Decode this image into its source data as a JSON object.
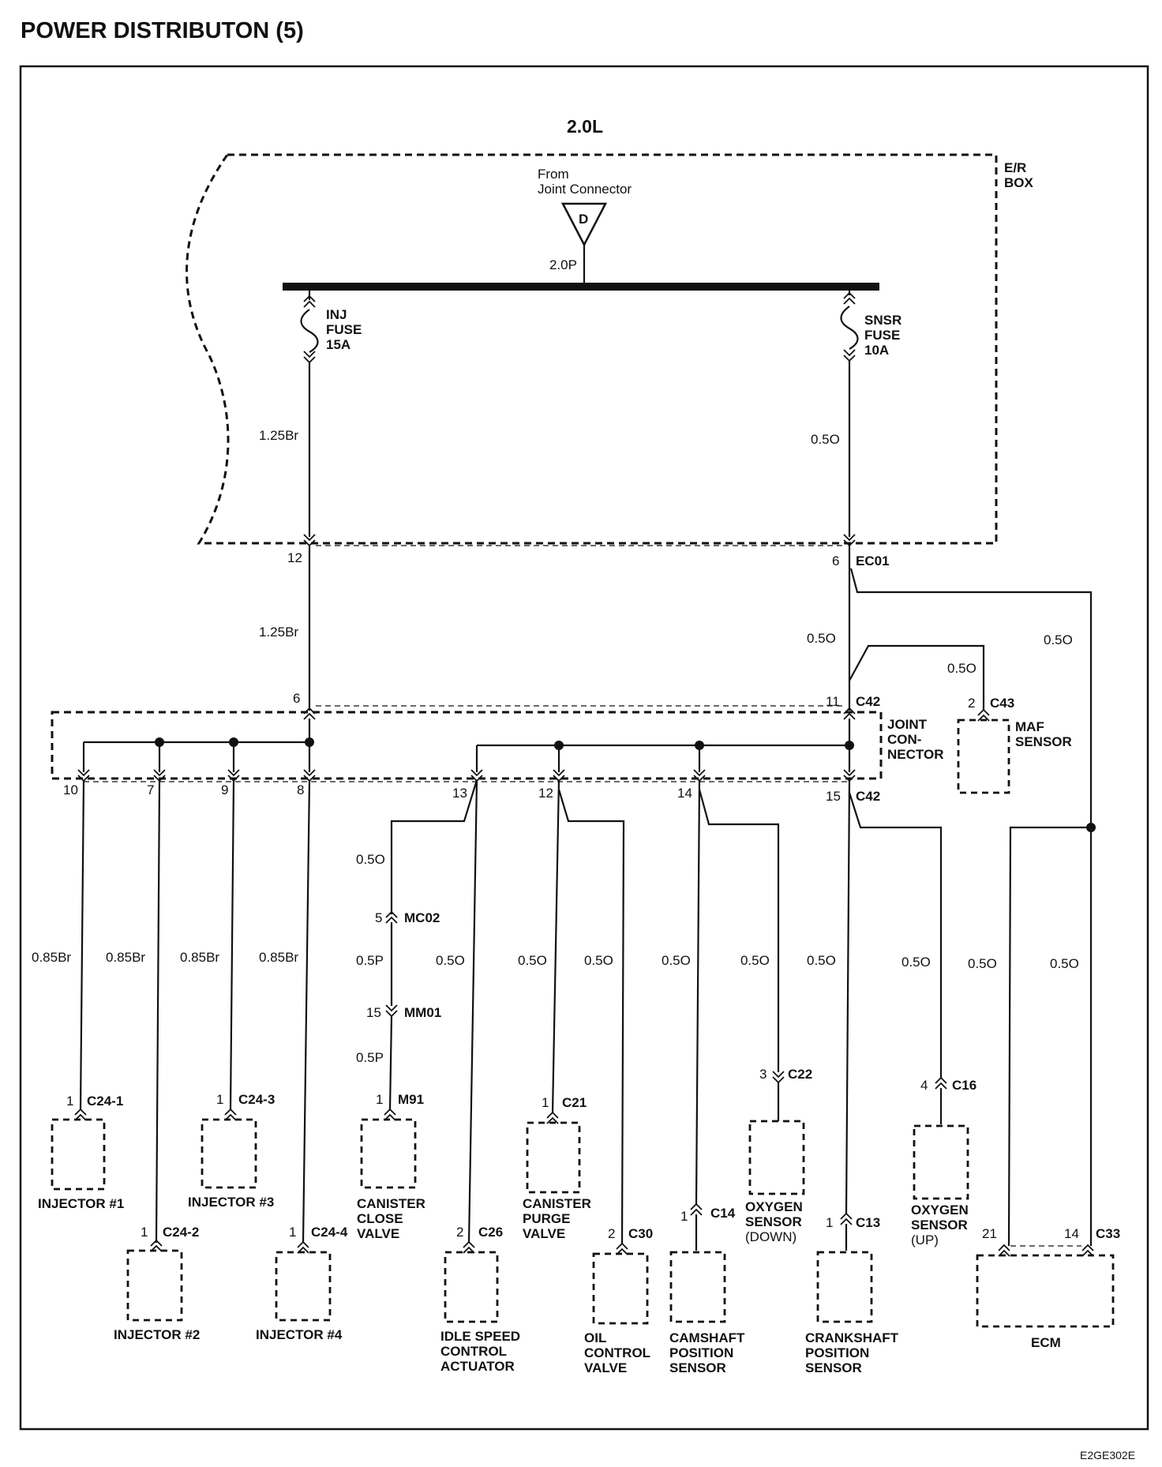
{
  "title": "POWER DISTRIBUTON (5)",
  "engine": "2.0L",
  "figure_code": "E2GE302E",
  "er_box": {
    "line1": "E/R",
    "line2": "BOX"
  },
  "source": {
    "line1": "From",
    "line2": "Joint Connector",
    "symbol": "D",
    "wire": "2.0P"
  },
  "fuses": {
    "inj": {
      "l1": "INJ",
      "l2": "FUSE",
      "l3": "15A"
    },
    "snsr": {
      "l1": "SNSR",
      "l2": "FUSE",
      "l3": "10A"
    }
  },
  "joint_connector": {
    "l1": "JOINT",
    "l2": "CON-",
    "l3": "NECTOR"
  },
  "connectors": {
    "ec01": {
      "name": "EC01",
      "pin_inj": "12",
      "pin_snsr": "6"
    },
    "c42_top": {
      "name": "C42",
      "pin_left": "6",
      "pin_right": "11"
    },
    "c42_bottom": {
      "name": "C42",
      "pins": [
        "10",
        "7",
        "9",
        "8",
        "13",
        "12",
        "14",
        "15"
      ]
    },
    "c43": {
      "name": "C43",
      "pin": "2"
    },
    "mc02": {
      "name": "MC02",
      "pin": "5"
    },
    "mm01": {
      "name": "MM01",
      "pin": "15"
    },
    "c33": {
      "name": "C33",
      "pin_a": "21",
      "pin_b": "14"
    }
  },
  "wires": {
    "w_125br_a": "1.25Br",
    "w_125br_b": "1.25Br",
    "w_05o_snsr": "0.5O",
    "w_05o_ec01": "0.5O",
    "w_05o_ecm_top": "0.5O",
    "w_05o_maf": "0.5O",
    "w_inj1": "0.85Br",
    "w_inj2": "0.85Br",
    "w_inj3": "0.85Br",
    "w_inj4": "0.85Br",
    "w_can_close_top": "0.5O",
    "w_can_close_mid": "0.5P",
    "w_can_close_low": "0.5P",
    "w_isca": "0.5O",
    "w_can_purge": "0.5O",
    "w_ocv": "0.5O",
    "w_cmp": "0.5O",
    "w_o2_down": "0.5O",
    "w_ckp": "0.5O",
    "w_o2_up": "0.5O",
    "w_ecm_a": "0.5O",
    "w_ecm_b": "0.5O"
  },
  "components": [
    {
      "id": "maf",
      "l1": "MAF",
      "l2": "SENSOR",
      "conn": "C43",
      "pin": "2"
    },
    {
      "id": "inj1",
      "l1": "INJECTOR #1",
      "conn": "C24-1",
      "pin": "1"
    },
    {
      "id": "inj2",
      "l1": "INJECTOR #2",
      "conn": "C24-2",
      "pin": "1"
    },
    {
      "id": "inj3",
      "l1": "INJECTOR #3",
      "conn": "C24-3",
      "pin": "1"
    },
    {
      "id": "inj4",
      "l1": "INJECTOR #4",
      "conn": "C24-4",
      "pin": "1"
    },
    {
      "id": "can_close",
      "l1": "CANISTER",
      "l2": "CLOSE",
      "l3": "VALVE",
      "conn": "M91",
      "pin": "1"
    },
    {
      "id": "isca",
      "l1": "IDLE SPEED",
      "l2": "CONTROL",
      "l3": "ACTUATOR",
      "conn": "C26",
      "pin": "2"
    },
    {
      "id": "can_purge",
      "l1": "CANISTER",
      "l2": "PURGE",
      "l3": "VALVE",
      "conn": "C21",
      "pin": "1"
    },
    {
      "id": "ocv",
      "l1": "OIL",
      "l2": "CONTROL",
      "l3": "VALVE",
      "conn": "C30",
      "pin": "2"
    },
    {
      "id": "cmp",
      "l1": "CAMSHAFT",
      "l2": "POSITION",
      "l3": "SENSOR",
      "conn": "C14",
      "pin": "1"
    },
    {
      "id": "o2_down",
      "l1": "OXYGEN",
      "l2": "SENSOR",
      "l3": "(DOWN)",
      "conn": "C22",
      "pin": "3"
    },
    {
      "id": "ckp",
      "l1": "CRANKSHAFT",
      "l2": "POSITION",
      "l3": "SENSOR",
      "conn": "C13",
      "pin": "1"
    },
    {
      "id": "o2_up",
      "l1": "OXYGEN",
      "l2": "SENSOR",
      "l3": "(UP)",
      "conn": "C16",
      "pin": "4"
    },
    {
      "id": "ecm",
      "l1": "ECM"
    }
  ]
}
